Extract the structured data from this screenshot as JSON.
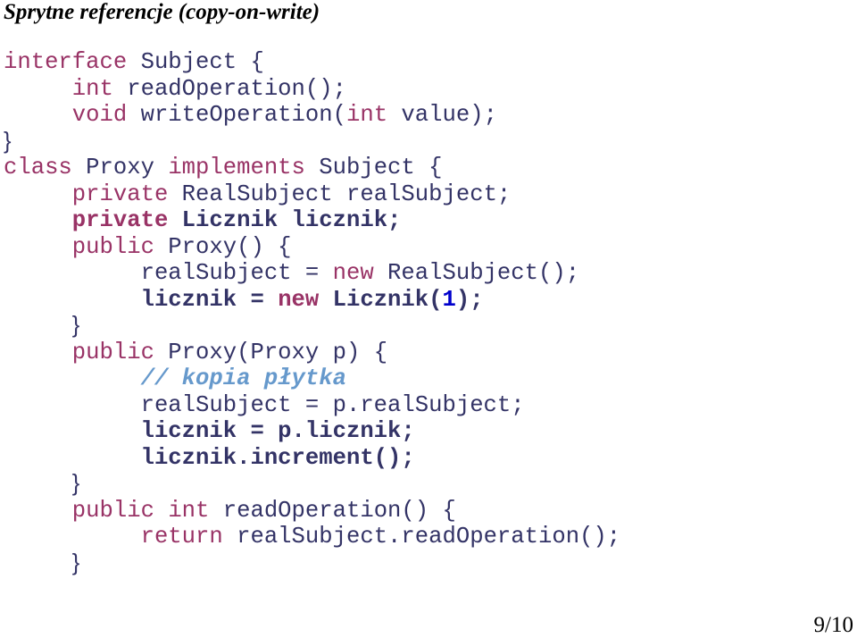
{
  "title": "Sprytne referencje (copy-on-write)",
  "page_number": "9/10",
  "code_lines": [
    [
      {
        "t": "interface",
        "c": "kw"
      },
      {
        "t": " Subject {",
        "c": "id"
      }
    ],
    [
      {
        "t": "     ",
        "c": "id"
      },
      {
        "t": "int",
        "c": "kw"
      },
      {
        "t": " readOperation();",
        "c": "id"
      }
    ],
    [
      {
        "t": "     ",
        "c": "id"
      },
      {
        "t": "void",
        "c": "kw"
      },
      {
        "t": " writeOperation(",
        "c": "id"
      },
      {
        "t": "int",
        "c": "kw"
      },
      {
        "t": " value);",
        "c": "id"
      }
    ],
    [
      {
        "t": "}",
        "c": "brace"
      }
    ],
    [
      {
        "t": "class",
        "c": "kw"
      },
      {
        "t": " Proxy ",
        "c": "id"
      },
      {
        "t": "implements",
        "c": "kw"
      },
      {
        "t": " Subject {",
        "c": "id"
      }
    ],
    [
      {
        "t": "     ",
        "c": "id"
      },
      {
        "t": "private",
        "c": "kw"
      },
      {
        "t": " RealSubject realSubject;",
        "c": "id"
      }
    ],
    [
      {
        "t": "     ",
        "c": "id"
      },
      {
        "t": "private",
        "c": "kw bold"
      },
      {
        "t": " Licznik licznik;",
        "c": "id bold"
      }
    ],
    [
      {
        "t": "     ",
        "c": "id"
      },
      {
        "t": "public",
        "c": "kw"
      },
      {
        "t": " Proxy() {",
        "c": "id"
      }
    ],
    [
      {
        "t": "          realSubject = ",
        "c": "id"
      },
      {
        "t": "new",
        "c": "kw"
      },
      {
        "t": " RealSubject();",
        "c": "id"
      }
    ],
    [
      {
        "t": "          licznik = ",
        "c": "id bold"
      },
      {
        "t": "new",
        "c": "kw bold"
      },
      {
        "t": " Licznik(",
        "c": "id bold"
      },
      {
        "t": "1",
        "c": "num bold"
      },
      {
        "t": ");",
        "c": "id bold"
      }
    ],
    [
      {
        "t": "     ",
        "c": "id"
      },
      {
        "t": "}",
        "c": "brace"
      }
    ],
    [
      {
        "t": "     ",
        "c": "id"
      },
      {
        "t": "public",
        "c": "kw"
      },
      {
        "t": " Proxy(Proxy p) {",
        "c": "id"
      }
    ],
    [
      {
        "t": "          ",
        "c": "id"
      },
      {
        "t": "// kopia płytka",
        "c": "comment"
      }
    ],
    [
      {
        "t": "          realSubject = p.realSubject;",
        "c": "id"
      }
    ],
    [
      {
        "t": "          licznik = p.licznik;",
        "c": "id bold"
      }
    ],
    [
      {
        "t": "          licznik.increment();",
        "c": "id bold"
      }
    ],
    [
      {
        "t": "     ",
        "c": "id"
      },
      {
        "t": "}",
        "c": "brace"
      }
    ],
    [
      {
        "t": "     ",
        "c": "id"
      },
      {
        "t": "public",
        "c": "kw"
      },
      {
        "t": " ",
        "c": "id"
      },
      {
        "t": "int",
        "c": "kw"
      },
      {
        "t": " readOperation() {",
        "c": "id"
      }
    ],
    [
      {
        "t": "          ",
        "c": "id"
      },
      {
        "t": "return",
        "c": "kw"
      },
      {
        "t": " realSubject.readOperation();",
        "c": "id"
      }
    ],
    [
      {
        "t": "     ",
        "c": "id"
      },
      {
        "t": "}",
        "c": "brace"
      }
    ]
  ]
}
